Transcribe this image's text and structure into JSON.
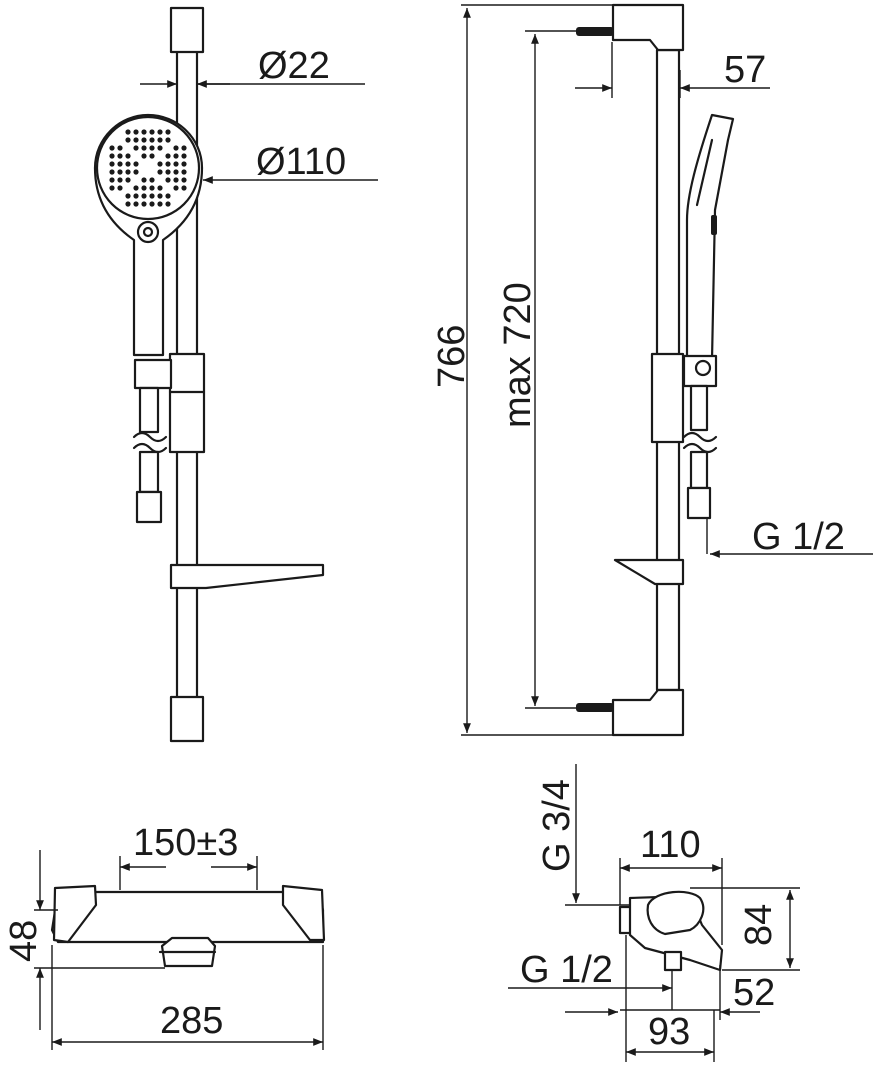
{
  "dimensions": {
    "rail_diameter": "Ø22",
    "handshower_diameter": "Ø110",
    "total_height": "766",
    "adjustment_range": "max 720",
    "wall_offset": "57",
    "outlet_thread": "G 1/2",
    "mixer_connection_spacing": "150±3",
    "mixer_height": "48",
    "mixer_width": "285",
    "supply_thread": "G 3/4",
    "mixer_depth": "110",
    "mixer_body_height": "84",
    "mixer_outlet_thread": "G 1/2",
    "outlet_height": "52",
    "mixer_projection": "93"
  },
  "colors": {
    "ink": "#1a1a1a",
    "paper": "#ffffff"
  }
}
